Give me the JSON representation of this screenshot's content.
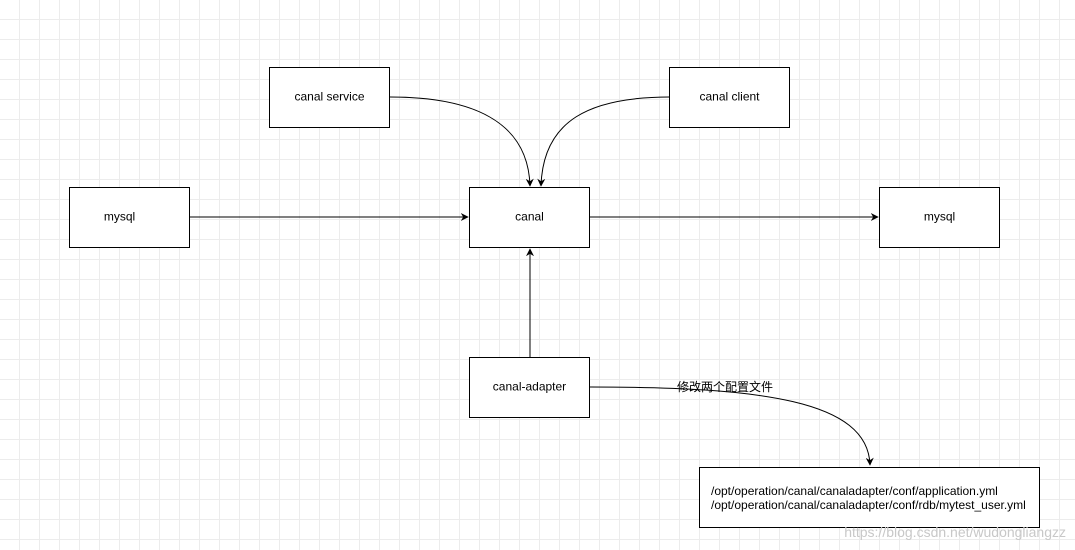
{
  "nodes": {
    "canal_service": {
      "label": "canal service"
    },
    "canal_client": {
      "label": "canal client"
    },
    "mysql_source": {
      "label": "mysql"
    },
    "canal": {
      "label": "canal"
    },
    "mysql_target": {
      "label": "mysql"
    },
    "canal_adapter": {
      "label": "canal-adapter"
    },
    "config_files": {
      "lines": [
        "/opt/operation/canal/canaladapter/conf/application.yml",
        "/opt/operation/canal/canaladapter/conf/rdb/mytest_user.yml"
      ]
    }
  },
  "edges": {
    "adapter_to_files": {
      "label": "修改两个配置文件"
    }
  },
  "watermark": "https://blog.csdn.net/wudongliangzz"
}
